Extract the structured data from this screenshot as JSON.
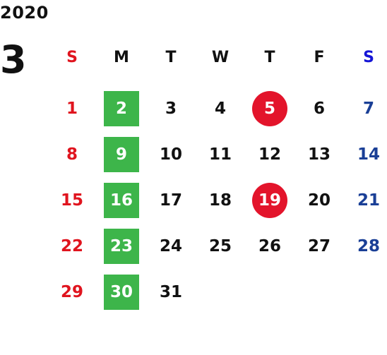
{
  "calendar": {
    "year": "2020",
    "month": "3",
    "weekdays": [
      "S",
      "M",
      "T",
      "W",
      "T",
      "F",
      "S"
    ],
    "weeks": [
      [
        "1",
        "2",
        "3",
        "4",
        "5",
        "6",
        "7"
      ],
      [
        "8",
        "9",
        "10",
        "11",
        "12",
        "13",
        "14"
      ],
      [
        "15",
        "16",
        "17",
        "18",
        "19",
        "20",
        "21"
      ],
      [
        "22",
        "23",
        "24",
        "25",
        "26",
        "27",
        "28"
      ],
      [
        "29",
        "30",
        "31",
        "",
        "",
        "",
        ""
      ]
    ],
    "highlight_green_days": [
      "2",
      "9",
      "16",
      "23",
      "30"
    ],
    "highlight_red_circle_days": [
      "5",
      "19"
    ],
    "colors": {
      "text": "#111111",
      "sunday": "#e0141e",
      "saturday": "#1a3f96",
      "saturday_header": "#1515d6",
      "green_highlight": "#3db54a",
      "red_highlight": "#e3142b"
    }
  }
}
